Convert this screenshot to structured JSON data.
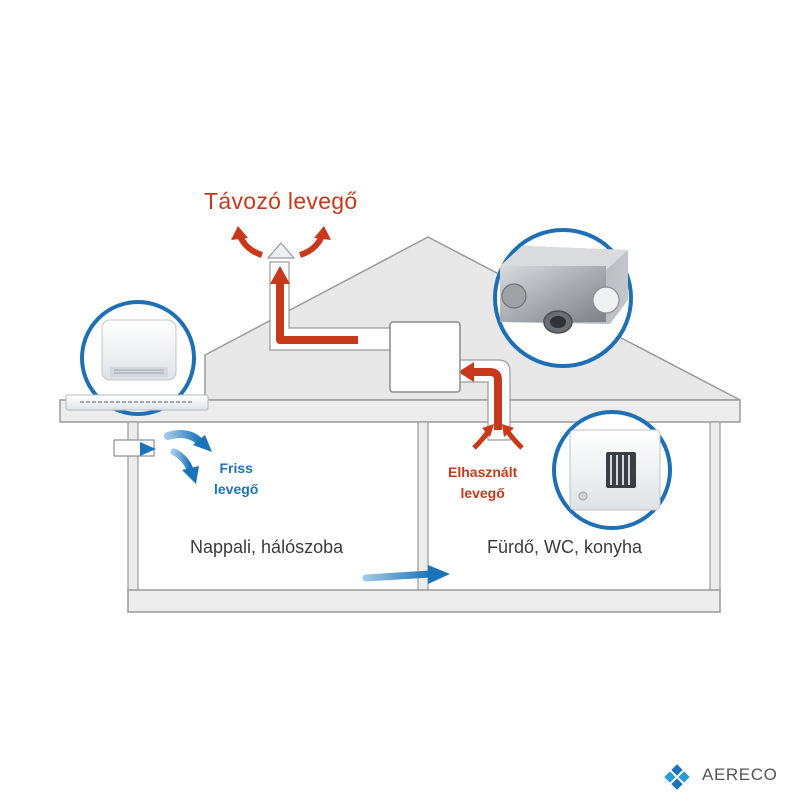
{
  "labels": {
    "exhaust_air": "Távozó levegő",
    "fresh_air_line1": "Friss",
    "fresh_air_line2": "levegő",
    "used_air_line1": "Elhasznált",
    "used_air_line2": "levegő",
    "room_left": "Nappali, hálószoba",
    "room_right": "Fürdő, WC, konyha"
  },
  "brand": {
    "name": "AERECO"
  },
  "colors": {
    "exhaust_red": "#c8381a",
    "fresh_blue": "#1c74b8",
    "house_grey": "#e6e6e6",
    "outline": "#909090",
    "callout_ring": "#1f6fb5"
  }
}
